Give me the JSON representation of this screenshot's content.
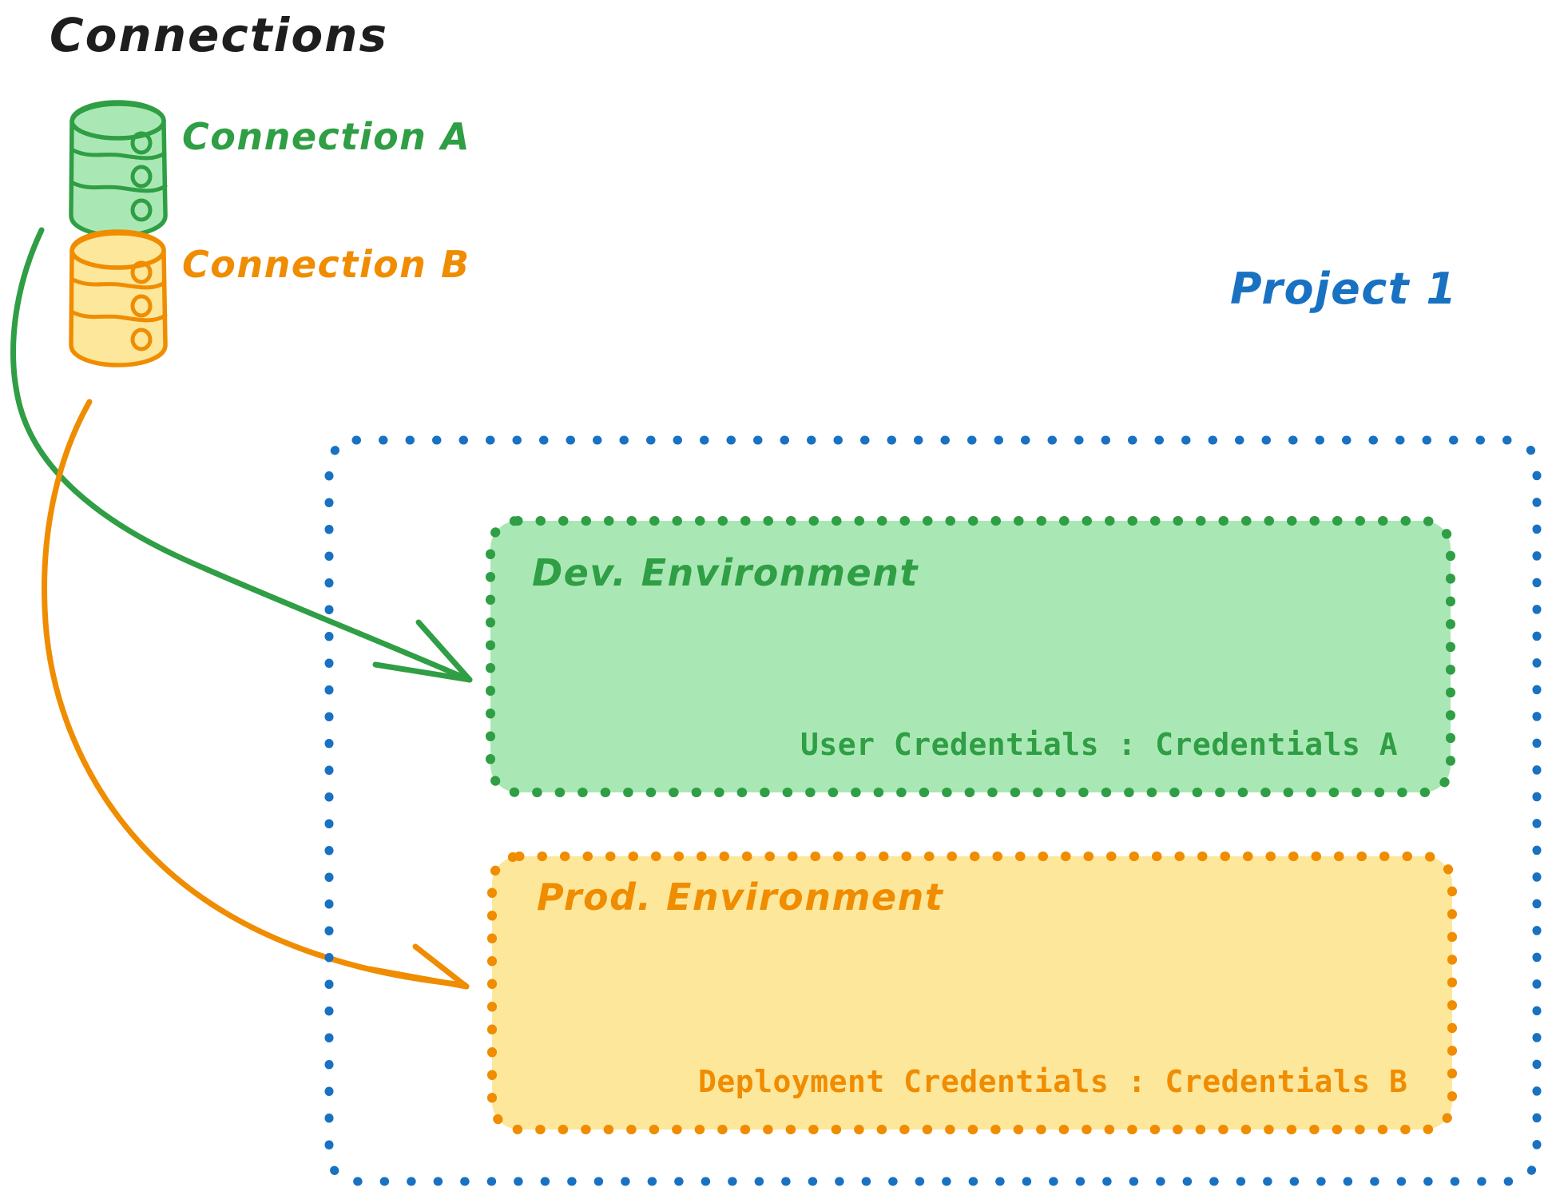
{
  "diagram": {
    "title": "Connections",
    "connections": [
      {
        "id": "connection-a",
        "label": "Connection A",
        "icon": "database-cylinder-icon",
        "color": "#2f9e44",
        "fill": "#A9E8B4"
      },
      {
        "id": "connection-b",
        "label": "Connection B",
        "icon": "database-cylinder-icon",
        "color": "#f08c00",
        "fill": "#FCE79B"
      }
    ],
    "project": {
      "label": "Project 1",
      "color": "#1971c2",
      "border_style": "dotted",
      "environments": [
        {
          "id": "dev-environment",
          "title": "Dev. Environment",
          "credential_label": "User Credentials",
          "credential_separator": ":",
          "credential_value": "Credentials A",
          "credential_line": "User Credentials : Credentials A",
          "color": "#2f9e44",
          "fill": "#A9E8B4",
          "border_style": "dotted"
        },
        {
          "id": "prod-environment",
          "title": "Prod. Environment",
          "credential_label": "Deployment Credentials",
          "credential_separator": ":",
          "credential_value": "Credentials B",
          "credential_line": "Deployment Credentials : Credentials B",
          "color": "#f08c00",
          "fill": "#FCE79B",
          "border_style": "dotted"
        }
      ]
    },
    "arrows": [
      {
        "id": "arrow-connection-a-to-dev",
        "from": "connection-a",
        "to": "dev-environment",
        "color": "#2f9e44"
      },
      {
        "id": "arrow-connection-b-to-prod",
        "from": "connection-b",
        "to": "prod-environment",
        "color": "#f08c00"
      }
    ]
  },
  "colors": {
    "green_stroke": "#2f9e44",
    "green_fill": "#A9E8B4",
    "orange_stroke": "#f08c00",
    "orange_fill": "#FCE79B",
    "blue_stroke": "#1971c2",
    "text_black": "#1e1e1e",
    "background": "#ffffff"
  }
}
